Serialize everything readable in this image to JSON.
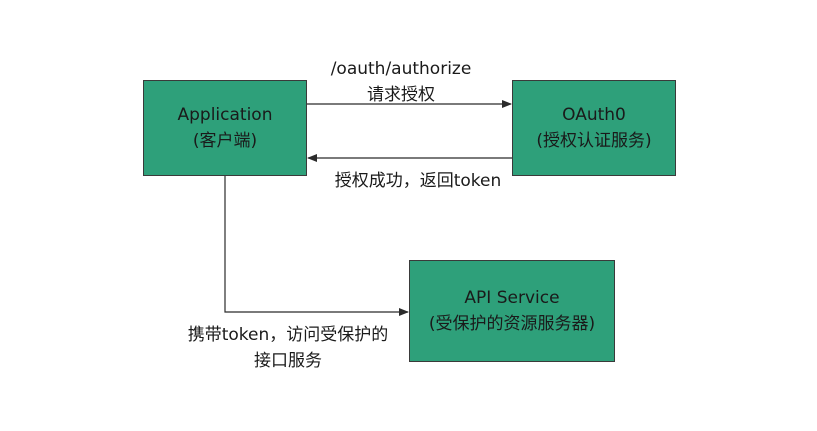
{
  "colors": {
    "node_fill": "#2ea07a",
    "node_border": "#3a3a3a",
    "edge": "#2b2b2b"
  },
  "nodes": {
    "application": {
      "line1": "Application",
      "line2": "(客户端)"
    },
    "oauth": {
      "line1": "OAuth0",
      "line2": "(授权认证服务)"
    },
    "api": {
      "line1": "API Service",
      "line2": "(受保护的资源服务器)"
    }
  },
  "edges": {
    "authorize": {
      "line1": "/oauth/authorize",
      "line2": "请求授权"
    },
    "success": {
      "label": "授权成功，返回token"
    },
    "carry": {
      "line1": "携带token，访问受保护的",
      "line2": "接口服务"
    }
  }
}
